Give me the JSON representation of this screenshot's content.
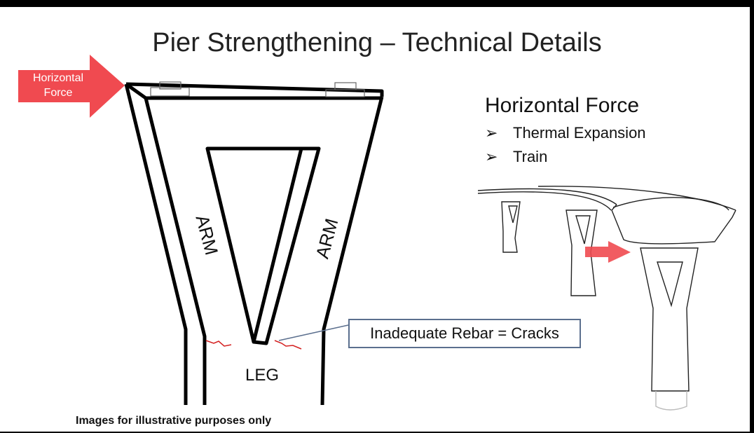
{
  "slide": {
    "title": "Pier Strengthening – Technical Details",
    "force_arrow_label": "Horizontal Force",
    "pier_labels": {
      "arm_left": "ARM",
      "arm_right": "ARM",
      "leg": "LEG"
    },
    "callout": "Inadequate Rebar = Cracks",
    "side_heading": "Horizontal Force",
    "bullets": [
      "Thermal Expansion",
      "Train"
    ],
    "footnote": "Images for illustrative purposes only",
    "colors": {
      "arrow": "#f04a50",
      "crack": "#d42020",
      "callout_border": "#5b6f8e"
    }
  }
}
